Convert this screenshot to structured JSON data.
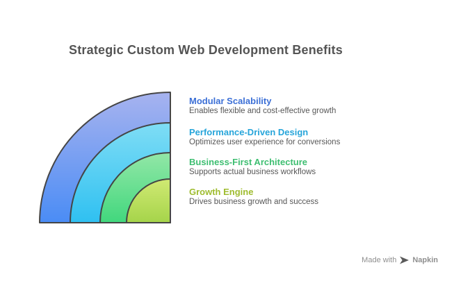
{
  "title": "Strategic Custom Web Development Benefits",
  "items": [
    {
      "label": "Modular Scalability",
      "description": "Enables flexible and cost-effective growth",
      "label_color": "#3b6fd6",
      "ring_top": "#a7b3ef",
      "ring_bottom": "#4a8cf5"
    },
    {
      "label": "Performance-Driven Design",
      "description": "Optimizes user experience for conversions",
      "label_color": "#27a5da",
      "ring_top": "#7fddf5",
      "ring_bottom": "#2fc0f1"
    },
    {
      "label": "Business-First Architecture",
      "description": "Supports actual business workflows",
      "label_color": "#3ebe71",
      "ring_top": "#93e7a7",
      "ring_bottom": "#41d77d"
    },
    {
      "label": "Growth Engine",
      "description": "Drives business growth and success",
      "label_color": "#9fbc2f",
      "ring_top": "#d0e973",
      "ring_bottom": "#a5d44a"
    }
  ],
  "chart": {
    "type": "concentric-quarter-rings",
    "outline_color": "#454545",
    "title_color": "#545454",
    "description_color": "#575757"
  },
  "badge": {
    "made_with": "Made with",
    "brand": "Napkin",
    "text_color": "#8f8f8f",
    "icon_color": "#5a5a5a"
  }
}
